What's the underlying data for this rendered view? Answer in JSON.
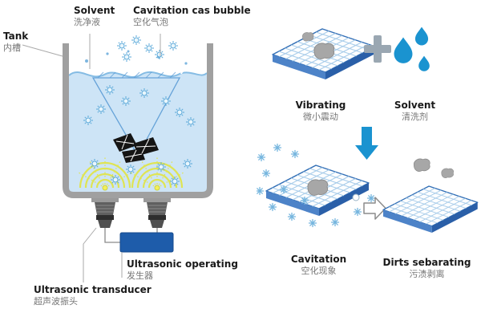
{
  "labels": {
    "tank": {
      "en": "Tank",
      "zh": "内槽"
    },
    "solvent_tank": {
      "en": "Solvent",
      "zh": "洗净液"
    },
    "cavitation_bubble": {
      "en": "Cavitation cas bubble",
      "zh": "空化气泡"
    },
    "ultrasonic_operating": {
      "en": "Ultrasonic operating",
      "zh": "发生器"
    },
    "ultrasonic_transducer": {
      "en": "Ultrasonic transducer",
      "zh": "超声波振头"
    },
    "vibrating": {
      "en": "Vibrating",
      "zh": "微小震动"
    },
    "solvent_drops": {
      "en": "Solvent",
      "zh": "清洗剂"
    },
    "cavitation": {
      "en": "Cavitation",
      "zh": "空化现象"
    },
    "dirts_separating": {
      "en": "Dirts sebarating",
      "zh": "污渍剥离"
    }
  },
  "colors": {
    "accent_blue": "#1a93d0",
    "plate_edge": "#2f6db5",
    "water": "#cde4f6",
    "wave_yellow": "#dfe454",
    "generator_blue": "#1e5caa",
    "dirt_gray": "#a7a7a7"
  }
}
